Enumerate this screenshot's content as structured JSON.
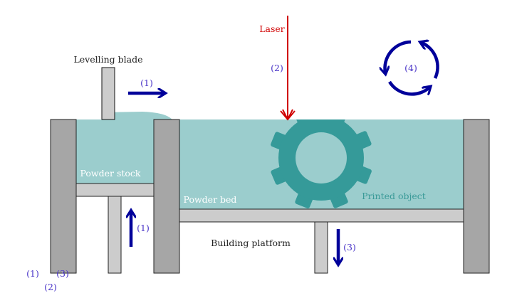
{
  "labels": {
    "levelling_blade": "Levelling blade",
    "laser": "Laser",
    "powder_stock": "Powder stock",
    "powder_bed": "Powder bed",
    "printed_object": "Printed object",
    "building_platform": "Building platform"
  },
  "steps": {
    "step1": "(1)",
    "step2": "(2)",
    "step3": "(3)",
    "step4": "(4)"
  },
  "colors": {
    "powder": "#9bcdcd",
    "object": "#359a99",
    "wall": "#a6a6a6",
    "platform": "#cccccc",
    "arrow": "#00009a",
    "laser": "#d00000",
    "step_label": "#4a35c8"
  }
}
